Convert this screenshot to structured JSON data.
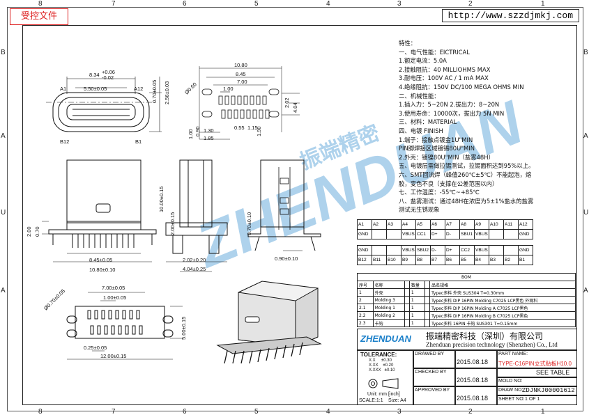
{
  "stamp": "受控文件",
  "url": "http://www.szzdjmkj.com",
  "grid": {
    "top": [
      "8",
      "7",
      "6",
      "5",
      "4",
      "3",
      "2",
      "1"
    ],
    "bottom": [
      "8",
      "7",
      "6",
      "5",
      "4",
      "3",
      "2",
      "1"
    ],
    "left": [
      "B",
      "A",
      "U",
      "A"
    ],
    "right": [
      "B",
      "A",
      "U",
      "A"
    ]
  },
  "dims": {
    "v1_w1": "8.34",
    "v1_tol1": "+0.06",
    "v1_tol2": "-0.02",
    "v1_w2": "5.50±0.05",
    "v1_h1": "2.56±0.03",
    "v1_h2": "0.70±0.05",
    "v1_a1": "A1",
    "v1_a12": "A12",
    "v1_b12": "B12",
    "v1_b1": "B1",
    "v2_w1": "10.80",
    "v2_w2": "8.45",
    "v2_w3": "7.00",
    "v2_w4": "1.00",
    "v2_r": "Ø0.60",
    "v2_h1": "2.02",
    "v2_h2": "4.04",
    "v2_b1": "0.55",
    "v2_b2": "1.15",
    "v2_b3": "1.90",
    "v2_l1": "1.00",
    "v2_l2": "1.30",
    "v2_l3": "1.85",
    "v2_l4": "0.90",
    "v3_h": "0.70",
    "v3_h2": "2.00",
    "v3_w1": "8.45±0.05",
    "v3_w2": "10.80±0.10",
    "v4_h1": "10.00±0.15",
    "v4_h2": "2.00±0.15",
    "v4_w1": "2.02±0.20",
    "v4_w2": "4.04±0.25",
    "v5_h": "0.70±0.10",
    "v5_w": "0.90±0.10",
    "v6_w1": "7.00±0.05",
    "v6_w2": "1.00±0.05",
    "v6_r": "Ø0.70±0.05",
    "v6_h": "5.00±0.15",
    "v6_b1": "0.25±0.05",
    "v6_b2": "12.00±0.15"
  },
  "spec": [
    "特性：",
    "一、电气性能：EICTRICAL",
    "    1.额定电流：5.0A",
    "    2.接触阻抗：40 MILLIOHMS MAX",
    "    3.耐电压：100V AC / 1 mA MAX",
    "    4.绝缘阻抗：150V DC/100 MEGA OHMS MIN",
    "二、机械性能：",
    "    1.插入力：5~20N   2.拔出力：8~20N",
    "    3.使用寿命：10000次，拔出力 5N MIN",
    "三、材料：MATERIAL",
    "四、电镀 FINISH",
    "    1.端子：接触点镀金1U\"MIN",
    "          PIN脚焊接区域镀锡80U\"MIN",
    "    2.外壳：镀镍80U\"MIN（盐雾48H）",
    "五、电镀层需做拉锡测试，拉锡面积达到95%以上。",
    "六、SMT回流焊（峰值260℃±5℃）不能起泡，熔",
    "    胶，变色不良（支撑在公差范围以内）",
    "七、工作温度：-55℃~+85℃",
    "八、盐雾测试：通过48H在浓度为5±1%盐水的盐雾",
    "    测试无生锈现象"
  ],
  "pins": {
    "row1": [
      "A1",
      "A2",
      "A3",
      "A4",
      "A5",
      "A6",
      "A7",
      "A8",
      "A9",
      "A10",
      "A11",
      "A12"
    ],
    "row2": [
      "GND",
      "",
      "",
      "VBUS",
      "CC1",
      "D+",
      "D-",
      "SBU1",
      "VBUS",
      "",
      "",
      "GND"
    ],
    "row3": [
      "GND",
      "",
      "",
      "VBUS",
      "SBU2",
      "D-",
      "D+",
      "CC2",
      "VBUS",
      "",
      "",
      "GND"
    ],
    "row4": [
      "B12",
      "B11",
      "B10",
      "B9",
      "B8",
      "B7",
      "B6",
      "B5",
      "B4",
      "B3",
      "B2",
      "B1"
    ]
  },
  "bom": {
    "title": "BOM",
    "headers": [
      "序号",
      "名称",
      "",
      "数量",
      "",
      "品名规格"
    ],
    "rows": [
      [
        "1",
        "外壳",
        "",
        "1",
        "",
        "Typec多料 外壳 SUS304 T=0.30mm"
      ],
      [
        "2",
        "Molding 3",
        "",
        "1",
        "",
        "Typec多料 DIP 16PIN Molding C7025 LCP黑色 外观料"
      ],
      [
        "2.1",
        "Molding 1",
        "",
        "1",
        "",
        "Typec多料 DIP 16PIN Molding A C7025 LCP黑色"
      ],
      [
        "2.2",
        "Molding 2",
        "",
        "1",
        "",
        "Typec多料 DIP 16PIN Molding B C7025 LCP黑色"
      ],
      [
        "2.3",
        "卡钩",
        "",
        "1",
        "",
        "Typec多料 16PIN 卡钩 SUS301 T=0.15mm"
      ]
    ]
  },
  "company": {
    "logo": "ZHENDUAN",
    "name_cn": "振端精密科技（深圳）有限公司",
    "name_en": "Zhenduan precision technology (Shenzhen) Co., Ltd"
  },
  "titleblock": {
    "tolerance_label": "TOLERANCE:",
    "tol_lines": [
      "X.X     ±0.30",
      "X.XX    ±0.20",
      "X.XXX   ±0.10"
    ],
    "unit": "Unit: mm [inch]",
    "scale": "SCALE:1:1",
    "size": "Size: A4",
    "drawn_by_label": "DRAWED BY",
    "drawn_date": "2015.08.18",
    "checked_by_label": "CHECKED BY",
    "checked_date": "2015.08.18",
    "approved_by_label": "APPROVED BY",
    "approved_date": "2015.08.18",
    "part_name_label": "PART NAME:",
    "part_name": "TYPE-C16PIN立式贴板H10.0",
    "see_table": "SEE TABLE",
    "mold_no_label": "MOLD NO:",
    "draw_no_label": "DRAW NO:",
    "draw_no": "ZDJNKJ00001612",
    "sheet_label": "SHEET NO:",
    "sheet": "1 OF 1"
  },
  "watermark": "ZHENDUAN",
  "watermark_cn": "振端精密"
}
